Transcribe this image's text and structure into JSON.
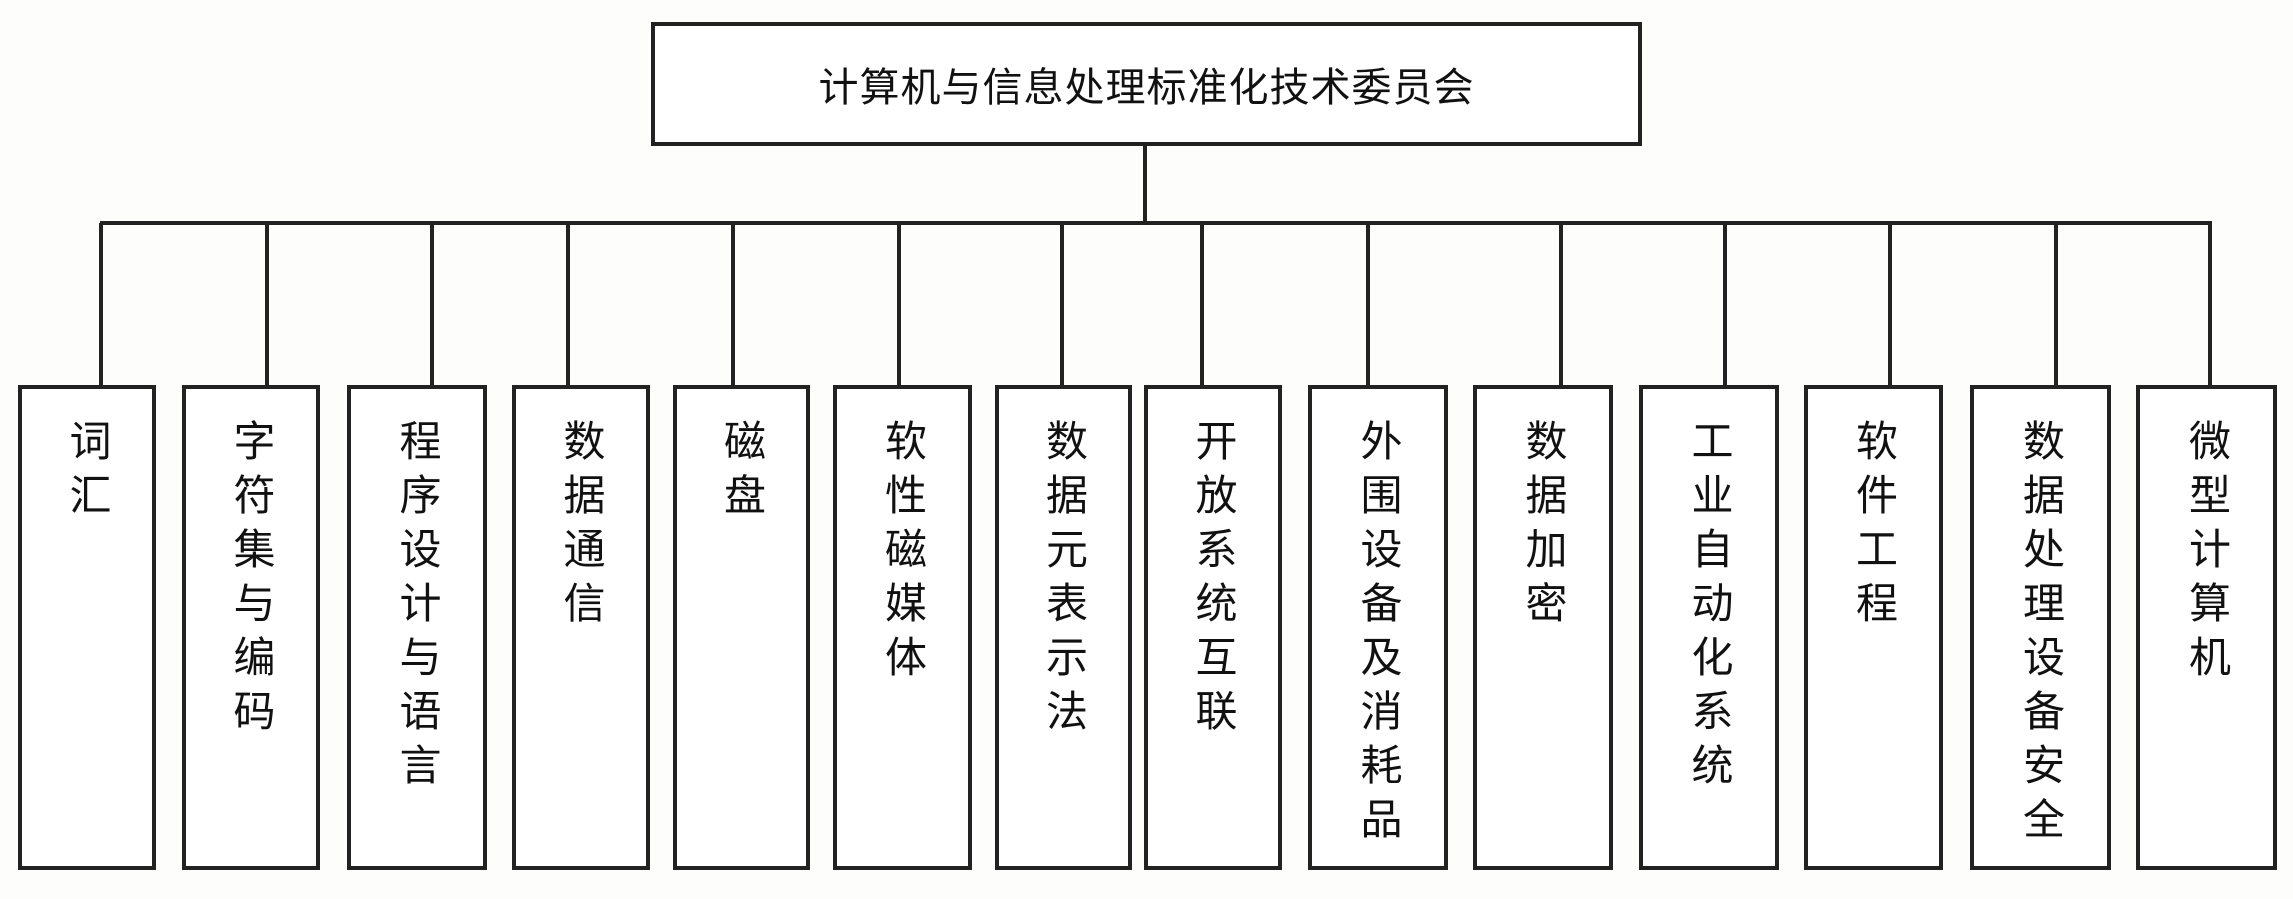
{
  "root": {
    "label": "计算机与信息处理标准化技术委员会"
  },
  "children": [
    {
      "label": "词汇"
    },
    {
      "label": "字符集与编码"
    },
    {
      "label": "程序设计与语言"
    },
    {
      "label": "数据通信"
    },
    {
      "label": "磁盘"
    },
    {
      "label": "软性磁媒体"
    },
    {
      "label": "数据元表示法"
    },
    {
      "label": "开放系统互联"
    },
    {
      "label": "外围设备及消耗品"
    },
    {
      "label": "数据加密"
    },
    {
      "label": "工业自动化系统"
    },
    {
      "label": "软件工程"
    },
    {
      "label": "数据处理设备安全"
    },
    {
      "label": "微型计算机"
    }
  ]
}
